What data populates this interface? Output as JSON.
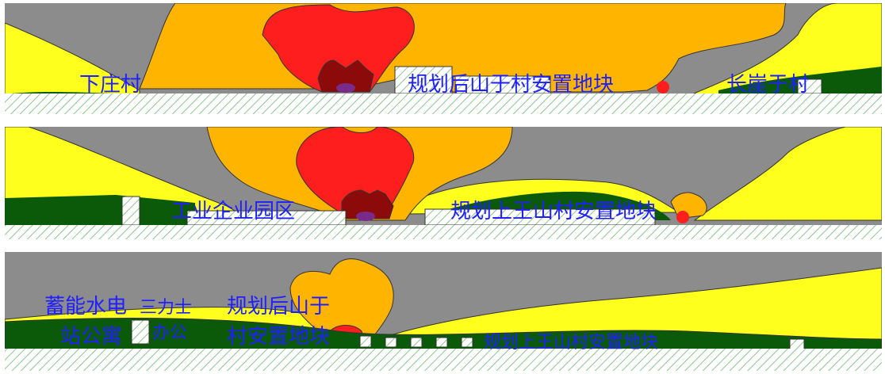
{
  "colors": {
    "gray": "#8c8c8c",
    "yellow": "#ffff1e",
    "orange": "#ffb400",
    "red": "#ff1e1e",
    "darkred": "#8c0a0a",
    "darkgreen": "#0a5a0a",
    "green": "#2e8b2e",
    "label": "#1f1fff"
  },
  "panels": [
    {
      "labels": [
        {
          "text": "下庄村"
        },
        {
          "text": "规划后山于村安置地块"
        },
        {
          "text": "长崖于村"
        }
      ]
    },
    {
      "labels": [
        {
          "text": "工业企业园区"
        },
        {
          "text": "规划上王山村安置地块"
        }
      ]
    },
    {
      "labels": [
        {
          "text": "蓄能水电"
        },
        {
          "text": "站公寓"
        },
        {
          "text": "三力士"
        },
        {
          "text": "办公"
        },
        {
          "text": "规划后山于"
        },
        {
          "text": "村安置地块"
        },
        {
          "text": "规划上王山村安置地块"
        }
      ]
    }
  ]
}
